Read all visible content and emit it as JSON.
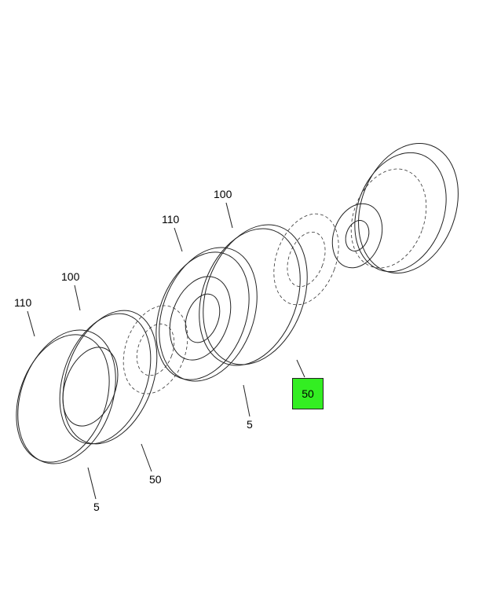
{
  "callouts": [
    {
      "id": "100",
      "label": "100"
    },
    {
      "id": "110",
      "label": "110"
    },
    {
      "id": "100b",
      "label": "100"
    },
    {
      "id": "110b",
      "label": "110"
    },
    {
      "id": "50-highlighted",
      "label": "50"
    },
    {
      "id": "5",
      "label": "5"
    },
    {
      "id": "50",
      "label": "50"
    },
    {
      "id": "5b",
      "label": "5"
    }
  ],
  "highlight_color": "#33ee22"
}
